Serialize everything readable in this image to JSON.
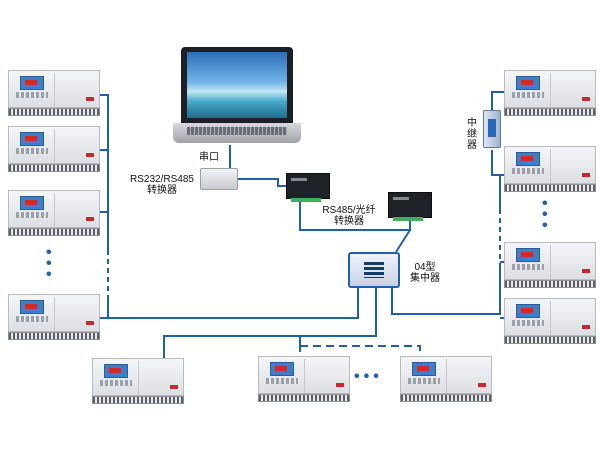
{
  "labels": {
    "serial_port": "串口",
    "rs232_converter": "RS232/RS485\n转换器",
    "fiber_converter": "RS485/光纤\n转换器",
    "concentrator": "04型\n集中器",
    "repeater": "中\n继\n器"
  },
  "ellipsis": {
    "left": "•\n•\n•",
    "right": "•\n•\n•",
    "bottom": "•••"
  },
  "colors": {
    "wire": "#1e5fb0",
    "meter_screen": "#3c7fc8",
    "meter_display": "#d8262b",
    "converter_dark": "#1e2226"
  },
  "icons": {
    "computer": "laptop-icon",
    "meter": "power-meter-icon",
    "converter": "converter-box-icon",
    "concentrator": "concentrator-icon",
    "repeater": "repeater-icon"
  }
}
